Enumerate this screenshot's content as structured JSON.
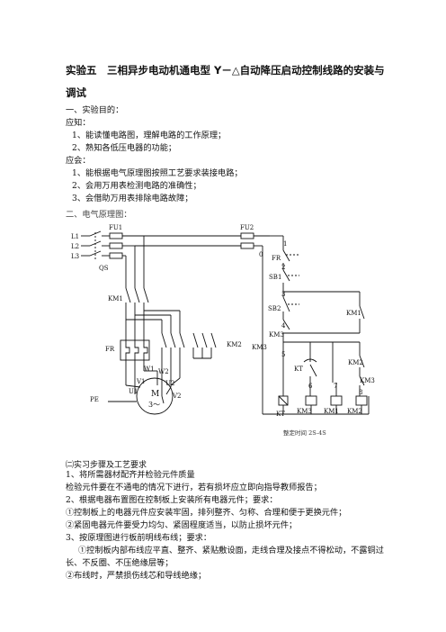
{
  "title": "实验五　三相异步电动机通电型 Y－△自动降压启动控制线路的安装与调试",
  "purpose": {
    "heading": "一、实验目的：",
    "know_label": "应知：",
    "know_items": [
      "1、能读懂电路图，理解电路的工作原理；",
      "2、熟知各低压电器的功能；"
    ],
    "can_label": "应会：",
    "can_items": [
      "1、能根据电气原理图按照工艺要求装接电路；",
      "2、会用万用表检测电路的准确性；",
      "3、会借助万用表排除电路故障；"
    ]
  },
  "schematic": {
    "heading": "二、电气原理图：",
    "labels": {
      "L1": "L1",
      "L2": "L2",
      "L3": "L3",
      "QS": "QS",
      "FU1": "FU1",
      "FU2": "FU2",
      "KM1": "KM1",
      "FR": "FR",
      "KM2": "KM2",
      "KM3": "KM3",
      "PE": "PE",
      "U1": "U1",
      "V1": "V1",
      "W1": "W1",
      "U2": "U2",
      "V2": "V2",
      "W2": "W2",
      "M": "M",
      "M3": "3～",
      "n0": "0",
      "n1": "1",
      "n2": "2",
      "n3": "3",
      "n4": "4",
      "n5": "5",
      "n6": "6",
      "n7": "7",
      "n8": "8",
      "SB1": "SB1",
      "SB2": "SB2",
      "KT": "KT",
      "setting": "整定时间 2S-4S"
    }
  },
  "steps": {
    "heading": "㈡实习步骤及工艺要求",
    "s1": "1、将所需器材配齐并检验元件质量",
    "s1a": "检验元件要在不通电的情况下进行，若有损坏应立即向指导教师报告；",
    "s2": "2、根据电器布置图在控制板上安装所有电器元件；要求：",
    "s2a": "①控制板上的电器元件应安装牢固，排列整齐、匀称、合理和便于更换元件；",
    "s2b": "②紧固电器元件要受力均匀、紧固程度适当，以防止损坏元件；",
    "s3": "3、按原理图进行板前明线布线；要求：",
    "s3a": "①控制板内部布线应平直、整齐、紧贴敷设面，走线合理及接点不得松动，不露铜过长、不反圈、不压绝缘层等；",
    "s3b": "②布线时，严禁损伤线芯和导线绝缘；"
  }
}
